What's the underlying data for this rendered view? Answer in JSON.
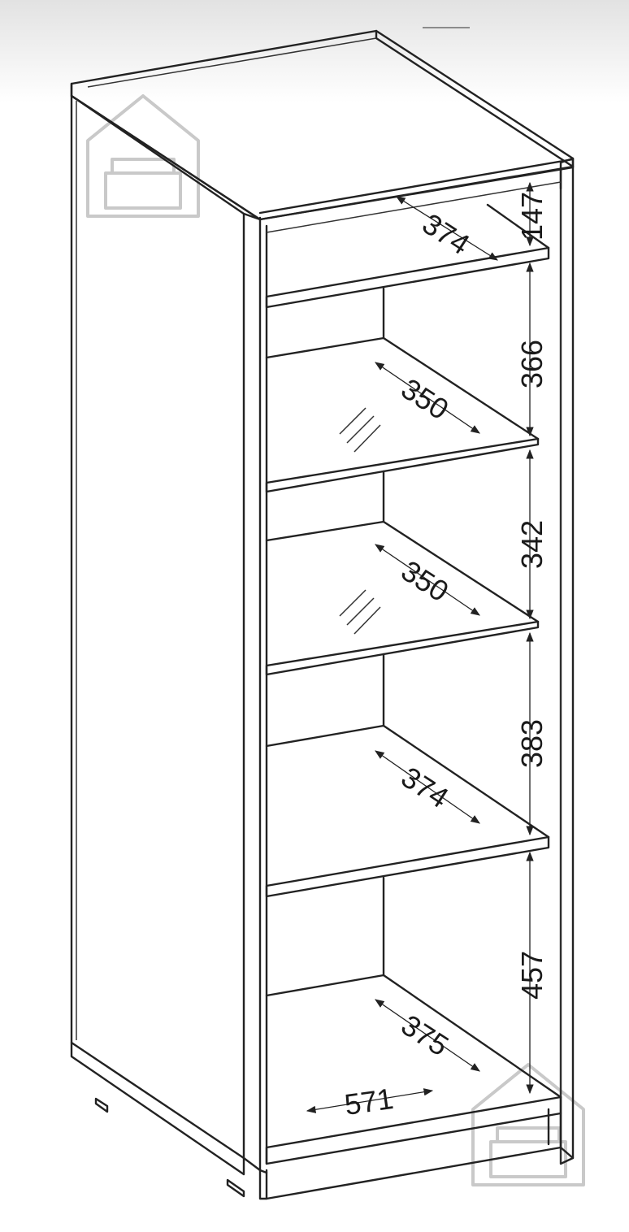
{
  "diagram": {
    "vertical_dimensions": [
      "147",
      "366",
      "342",
      "383",
      "457"
    ],
    "shelf_depths": [
      "374",
      "350",
      "350",
      "374",
      "375"
    ],
    "width": "571",
    "shelf_materials": [
      "wood",
      "glass",
      "glass",
      "wood",
      "wood"
    ],
    "watermark_icon": "house-sofa-icon"
  }
}
